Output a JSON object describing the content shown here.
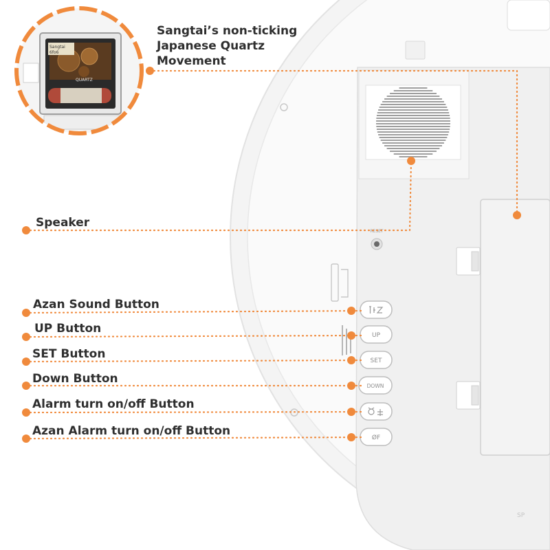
{
  "callouts": {
    "movement": "Sangtai’s non-ticking Japanese Quartz Movement",
    "speaker": "Speaker",
    "azan_sound": "Azan Sound Button",
    "up": "UP Button",
    "set": "SET Button",
    "down": "Down Button",
    "alarm_toggle": "Alarm turn on/off Button",
    "azan_alarm_toggle": "Azan Alarm turn on/off Button"
  },
  "clock_buttons": {
    "up": "UP",
    "set": "SET",
    "down": "DOWN",
    "azan_alarm_toggle": "ØF"
  },
  "movement_inset": {
    "brand": "Sangtai",
    "model": "6fo6",
    "quartz": "QUARTZ"
  },
  "colors": {
    "accent": "#F08A3C",
    "label_text": "#2E2E2E",
    "clock_body": "#F7F7F7",
    "panel": "#EFEFEF"
  }
}
